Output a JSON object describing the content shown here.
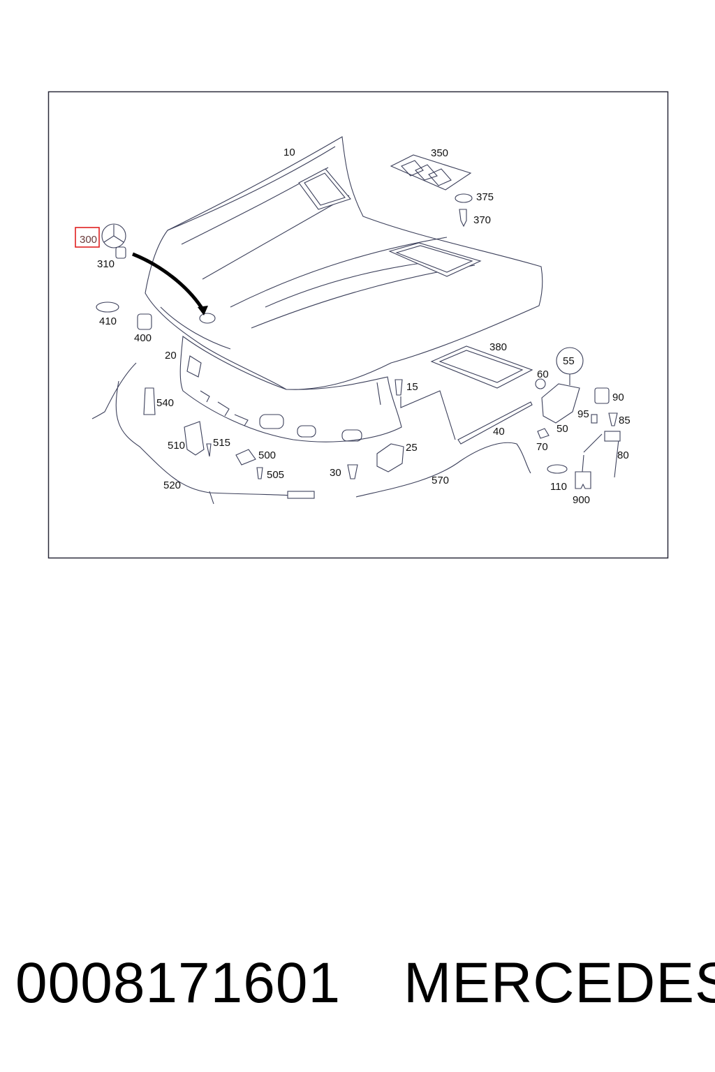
{
  "diagram": {
    "callouts": {
      "c10": "10",
      "c350": "350",
      "c375": "375",
      "c370": "370",
      "c300": "300",
      "c310": "310",
      "c410": "410",
      "c400": "400",
      "c20": "20",
      "c380": "380",
      "c55": "55",
      "c15": "15",
      "c60": "60",
      "c90": "90",
      "c540": "540",
      "c95": "95",
      "c85": "85",
      "c50": "50",
      "c40": "40",
      "c510": "510",
      "c515": "515",
      "c70": "70",
      "c25": "25",
      "c500": "500",
      "c80": "80",
      "c505": "505",
      "c30": "30",
      "c570": "570",
      "c520": "520",
      "c110": "110",
      "c900": "900"
    },
    "highlighted_callout": "300",
    "highlight_color": "#e02020",
    "line_color": "#3b3f5a"
  },
  "footer": {
    "part_number": "0008171601",
    "brand": "MERCEDES"
  }
}
